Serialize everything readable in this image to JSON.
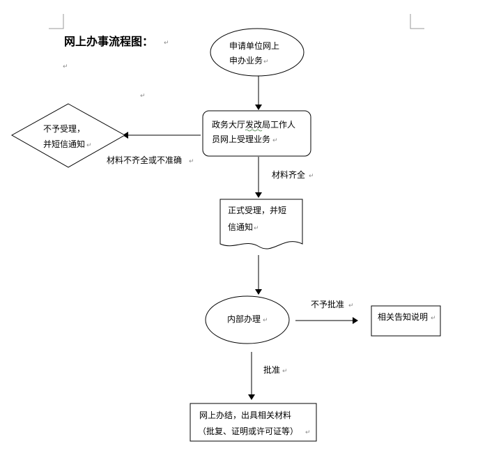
{
  "document": {
    "title": "网上办事流程图：",
    "paragraph_mark": "↵"
  },
  "flowchart": {
    "nodes": {
      "start": {
        "lines": [
          "申请单位网上",
          "申办业务"
        ]
      },
      "review": {
        "lines": [
          "政务大厅发改局工作人",
          "员网上受理业务"
        ]
      },
      "reject": {
        "lines": [
          "不予受理，",
          "并短信通知"
        ]
      },
      "accept": {
        "lines": [
          "正式受理，并短",
          "信通知"
        ]
      },
      "process": {
        "lines": [
          "内部办理"
        ]
      },
      "notify": {
        "lines": [
          "相关告知说明"
        ]
      },
      "finish": {
        "lines": [
          "网上办结，出具相关材料",
          "（批复、证明或许可证等）"
        ]
      }
    },
    "edges": {
      "incomplete": {
        "label": "材料不齐全或不准确"
      },
      "complete": {
        "label": "材料齐全"
      },
      "not_approved": {
        "label": "不予批准"
      },
      "approved": {
        "label": "批准"
      }
    }
  }
}
